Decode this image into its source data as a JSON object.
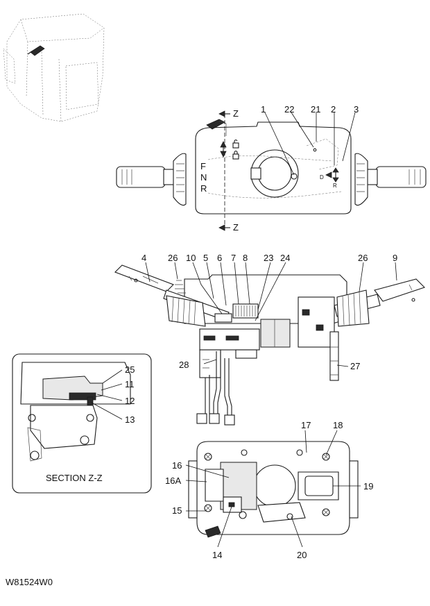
{
  "callouts": {
    "c1": "1",
    "c2": "2",
    "c3": "3",
    "c4": "4",
    "c5": "5",
    "c6": "6",
    "c7": "7",
    "c8": "8",
    "c9": "9",
    "c10": "10",
    "c11": "11",
    "c12": "12",
    "c13": "13",
    "c14": "14",
    "c15": "15",
    "c16": "16",
    "c16a": "16A",
    "c17": "17",
    "c18": "18",
    "c19": "19",
    "c20": "20",
    "c21": "21",
    "c22": "22",
    "c23": "23",
    "c24": "24",
    "c25": "25",
    "c26a": "26",
    "c26b": "26",
    "c27": "27",
    "c28": "28"
  },
  "switch_markings": {
    "f": "F",
    "n": "N",
    "r": "R",
    "d": "D",
    "rr": "R"
  },
  "section_marks": {
    "z_top": "Z",
    "z_bottom": "Z"
  },
  "section_title": "SECTION Z-Z",
  "figure_code": "W81524W0"
}
